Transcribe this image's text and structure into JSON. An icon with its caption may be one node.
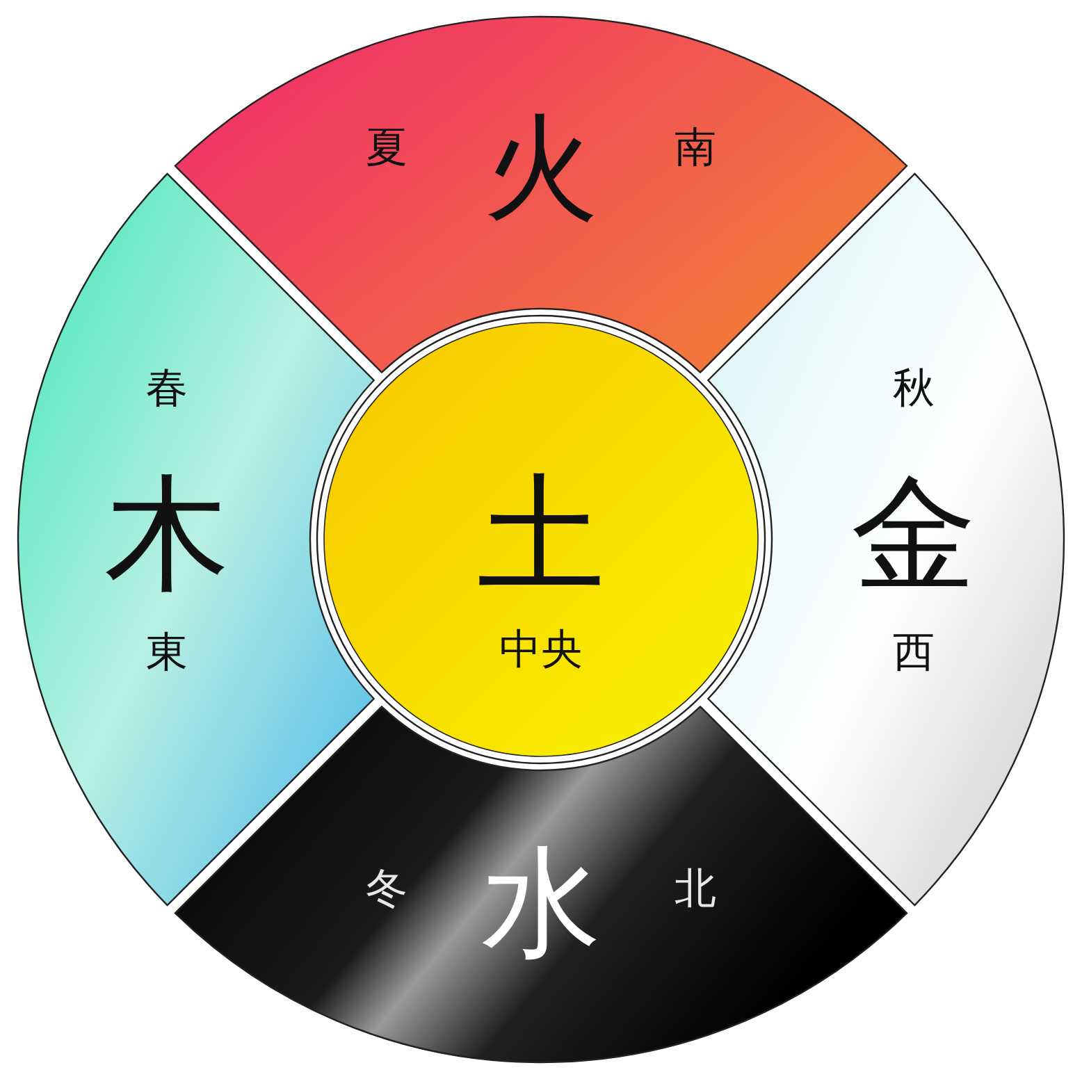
{
  "diagram": {
    "nodes": [
      {
        "text": [
          "夏",
          "火",
          "南"
        ]
      },
      {
        "text": [
          "春",
          "木",
          "東"
        ]
      },
      {
        "text": [
          "土",
          "中央"
        ]
      },
      {
        "text": [
          "秋",
          "金",
          "西"
        ]
      },
      {
        "text": [
          "冬",
          "水",
          "北"
        ]
      }
    ]
  }
}
